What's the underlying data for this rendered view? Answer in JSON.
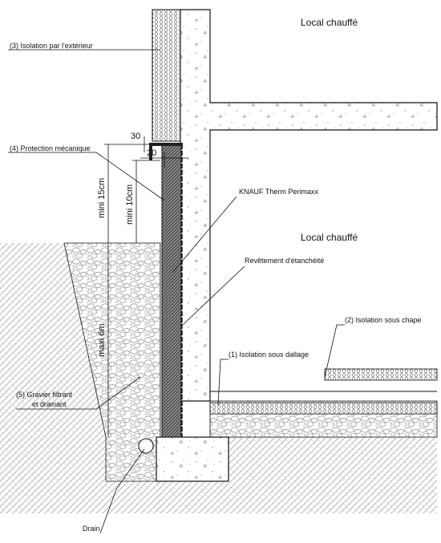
{
  "rooms": {
    "upper": "Local chauffé",
    "lower": "Local chauffé"
  },
  "labels": {
    "exterior_insulation": "(3) Isolation par l'extérieur",
    "mechanical_protection": "(4) Protection mécanique",
    "product": "KNAUF Therm Perimaxx",
    "waterproofing": "Revêtement d'étanchéité",
    "screed_insulation": "(2) Isolation sous chape",
    "slab_insulation": "(1) Isolation sous dallage",
    "gravel_line1": "(5) Gravier filtrant",
    "gravel_line2": "et drainant",
    "drain": "Drain"
  },
  "dimensions": {
    "d30": "30",
    "d20": "20",
    "min15": "mini 15cm",
    "min10": "mini 10cm",
    "max6": "maxi 6m"
  },
  "colors": {
    "line": "#111111",
    "concrete": "#ffffff",
    "soil_hatch": "#9a9a9a",
    "insulation": "#333333"
  }
}
